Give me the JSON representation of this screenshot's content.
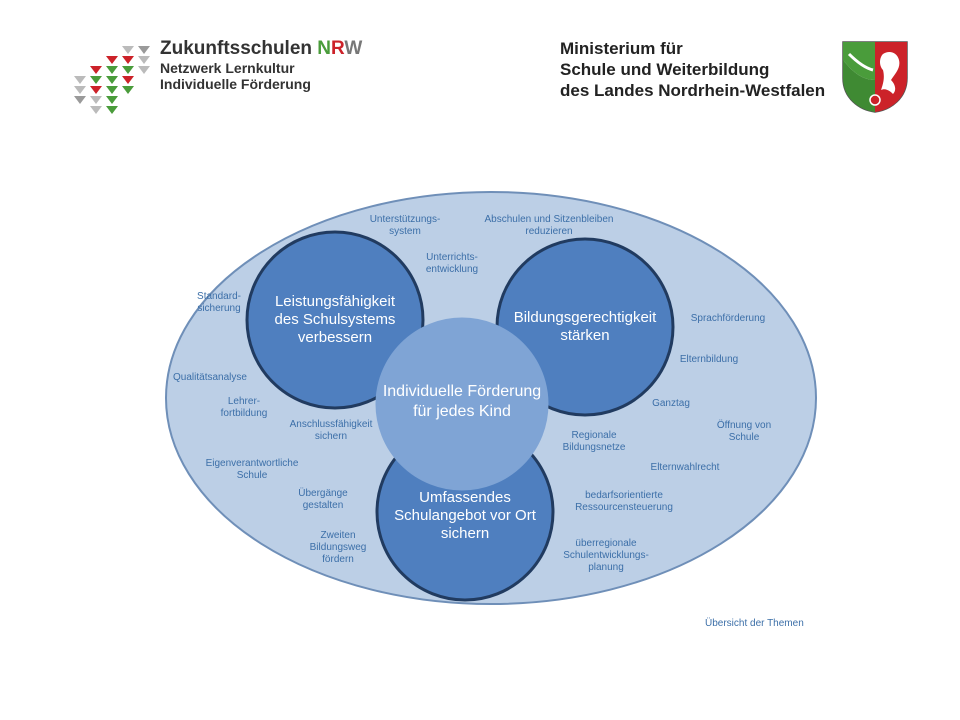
{
  "header": {
    "brand_title_main": "Zukunftsschulen ",
    "brand_title_n": "N",
    "brand_title_r": "R",
    "brand_title_w": "W",
    "brand_line1": "Netzwerk Lernkultur",
    "brand_line2": "Individuelle Förderung",
    "ministry_line1": "Ministerium für",
    "ministry_line2": "Schule und Weiterbildung",
    "ministry_line3": "des Landes Nordrhein-Westfalen"
  },
  "diagram": {
    "circles": {
      "top_left": [
        "Leistungsfähigkeit",
        "des Schulsystems",
        "verbessern"
      ],
      "top_right": [
        "Bildungsgerechtigkeit",
        "stärken"
      ],
      "bottom": [
        "Umfassendes",
        "Schulangebot vor Ort",
        "sichern"
      ],
      "center": [
        "Individuelle Förderung",
        "für jedes Kind"
      ]
    },
    "topics": [
      [
        "Unterstützungs-",
        "system"
      ],
      [
        "Abschulen und Sitzenbleiben",
        "reduzieren"
      ],
      [
        "Unterrichts-",
        "entwicklung"
      ],
      [
        "Standard-",
        "sicherung"
      ],
      [
        "Sprachförderung"
      ],
      [
        "Elternbildung"
      ],
      [
        "Qualitätsanalyse"
      ],
      [
        "Lehrer-",
        "fortbildung"
      ],
      [
        "Ganztag"
      ],
      [
        "Anschlussfähigkeit",
        "sichern"
      ],
      [
        "Öffnung von",
        "Schule"
      ],
      [
        "Regionale",
        "Bildungsnetze"
      ],
      [
        "Eigenverantwortliche",
        "Schule"
      ],
      [
        "Elternwahlrecht"
      ],
      [
        "Übergänge",
        "gestalten"
      ],
      [
        "bedarfsorientierte",
        "Ressourcensteuerung"
      ],
      [
        "Zweiten",
        "Bildungsweg",
        "fördern"
      ],
      [
        "überregionale",
        "Schulentwicklungs-",
        "planung"
      ]
    ]
  },
  "caption": "Übersicht der Themen",
  "colors": {
    "ellipse": "#bccfe6",
    "ellipse_stroke": "#6f8fb8",
    "circle": "#4f7fbf",
    "circle_stroke": "#213b60",
    "center": "#7fa4d5",
    "label": "#3c6fa8"
  }
}
